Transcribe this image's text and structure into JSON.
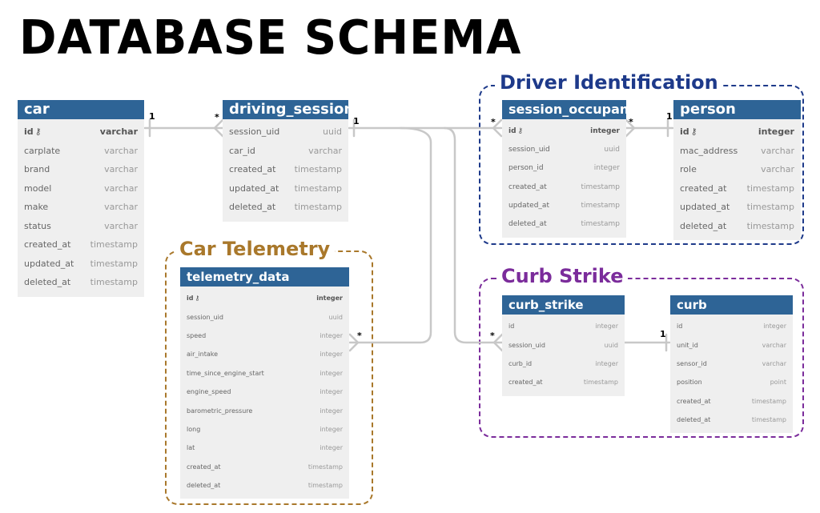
{
  "title": "DATABASE SCHEMA",
  "groups": {
    "driver": {
      "label": "Driver Identification",
      "color": "#1e3a8a"
    },
    "telemetry": {
      "label": "Car Telemetry",
      "color": "#a9782b"
    },
    "curb": {
      "label": "Curb Strike",
      "color": "#7b2c9b"
    }
  },
  "tables": {
    "car": {
      "name": "car",
      "columns": [
        {
          "name": "id",
          "type": "varchar",
          "key": true
        },
        {
          "name": "carplate",
          "type": "varchar"
        },
        {
          "name": "brand",
          "type": "varchar"
        },
        {
          "name": "model",
          "type": "varchar"
        },
        {
          "name": "make",
          "type": "varchar"
        },
        {
          "name": "status",
          "type": "varchar"
        },
        {
          "name": "created_at",
          "type": "timestamp"
        },
        {
          "name": "updated_at",
          "type": "timestamp"
        },
        {
          "name": "deleted_at",
          "type": "timestamp"
        }
      ]
    },
    "driving_session": {
      "name": "driving_session",
      "columns": [
        {
          "name": "session_uid",
          "type": "uuid"
        },
        {
          "name": "car_id",
          "type": "varchar"
        },
        {
          "name": "created_at",
          "type": "timestamp"
        },
        {
          "name": "updated_at",
          "type": "timestamp"
        },
        {
          "name": "deleted_at",
          "type": "timestamp"
        }
      ]
    },
    "session_occupant": {
      "name": "session_occupant",
      "columns": [
        {
          "name": "id",
          "type": "integer",
          "key": true
        },
        {
          "name": "session_uid",
          "type": "uuid"
        },
        {
          "name": "person_id",
          "type": "integer"
        },
        {
          "name": "created_at",
          "type": "timestamp"
        },
        {
          "name": "updated_at",
          "type": "timestamp"
        },
        {
          "name": "deleted_at",
          "type": "timestamp"
        }
      ]
    },
    "person": {
      "name": "person",
      "columns": [
        {
          "name": "id",
          "type": "integer",
          "key": true
        },
        {
          "name": "mac_address",
          "type": "varchar"
        },
        {
          "name": "role",
          "type": "varchar"
        },
        {
          "name": "created_at",
          "type": "timestamp"
        },
        {
          "name": "updated_at",
          "type": "timestamp"
        },
        {
          "name": "deleted_at",
          "type": "timestamp"
        }
      ]
    },
    "telemetry_data": {
      "name": "telemetry_data",
      "columns": [
        {
          "name": "id",
          "type": "integer",
          "key": true
        },
        {
          "name": "session_uid",
          "type": "uuid"
        },
        {
          "name": "speed",
          "type": "integer"
        },
        {
          "name": "air_intake",
          "type": "integer"
        },
        {
          "name": "time_since_engine_start",
          "type": "integer"
        },
        {
          "name": "engine_speed",
          "type": "integer"
        },
        {
          "name": "barometric_pressure",
          "type": "integer"
        },
        {
          "name": "long",
          "type": "integer"
        },
        {
          "name": "lat",
          "type": "integer"
        },
        {
          "name": "created_at",
          "type": "timestamp"
        },
        {
          "name": "deleted_at",
          "type": "timestamp"
        }
      ]
    },
    "curb_strike": {
      "name": "curb_strike",
      "columns": [
        {
          "name": "id",
          "type": "integer"
        },
        {
          "name": "session_uid",
          "type": "uuid"
        },
        {
          "name": "curb_id",
          "type": "integer"
        },
        {
          "name": "created_at",
          "type": "timestamp"
        }
      ]
    },
    "curb": {
      "name": "curb",
      "columns": [
        {
          "name": "id",
          "type": "integer"
        },
        {
          "name": "unit_id",
          "type": "varchar"
        },
        {
          "name": "sensor_id",
          "type": "varchar"
        },
        {
          "name": "position",
          "type": "point"
        },
        {
          "name": "created_at",
          "type": "timestamp"
        },
        {
          "name": "deleted_at",
          "type": "timestamp"
        }
      ]
    }
  },
  "relations": {
    "car_session": {
      "one": "1",
      "many": "*"
    },
    "session_occupant": {
      "one": "1",
      "many": "*"
    },
    "occupant_person": {
      "many": "*",
      "one": "1"
    },
    "session_telemetry": {
      "many": "*"
    },
    "session_curbstrike": {
      "many": "*"
    },
    "curbstrike_curb": {
      "one": "1"
    }
  }
}
